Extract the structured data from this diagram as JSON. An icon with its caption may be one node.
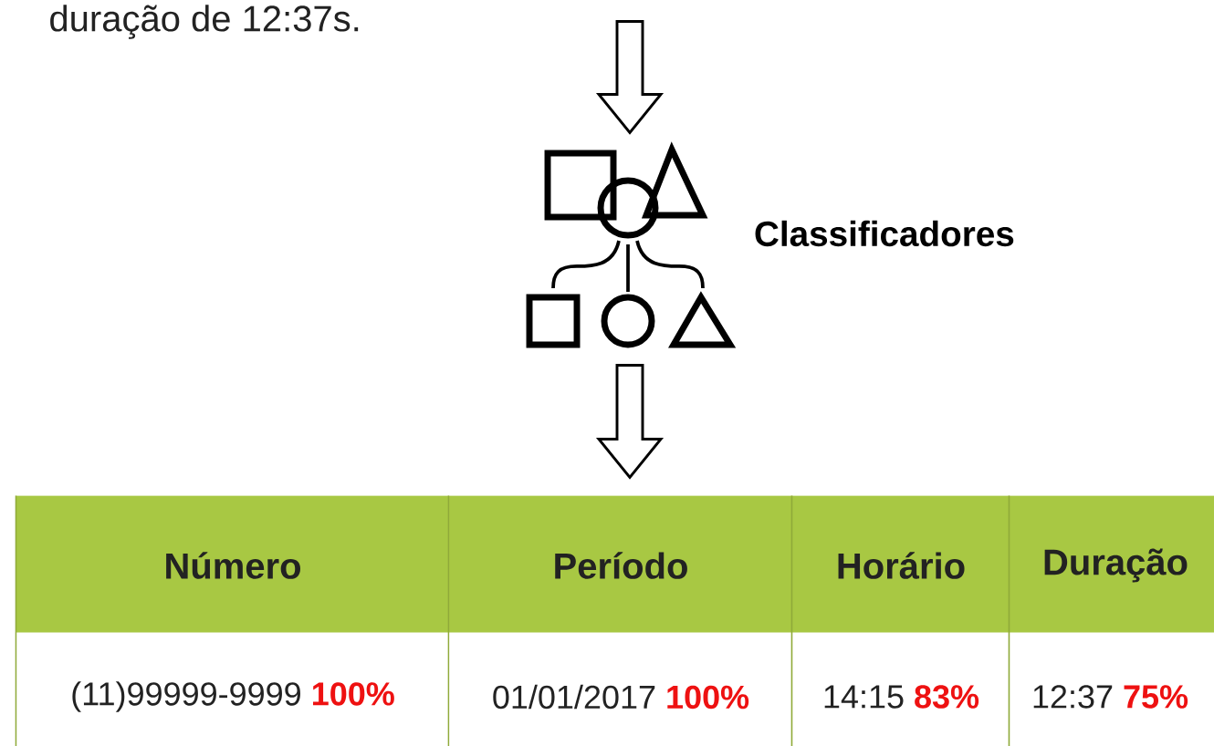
{
  "diagram": {
    "nodes": [
      {
        "text": [],
        "shape": "picture",
        "beside": [
          "Classificadores"
        ]
      },
      {
        "text": [],
        "shape": "box"
      }
    ],
    "edges": [
      {
        "from": null,
        "to": 0,
        "arrow": "to"
      },
      {
        "from": 0,
        "to": 1,
        "arrow": "to"
      }
    ],
    "labels": [
      "duração de 12:37s.",
      "Número",
      "Período",
      "Horário",
      "Duração",
      "(11)99999-9999",
      "100%",
      "01/01/2017",
      "100%",
      "14:15",
      "83%",
      "12:37",
      "75%"
    ]
  }
}
